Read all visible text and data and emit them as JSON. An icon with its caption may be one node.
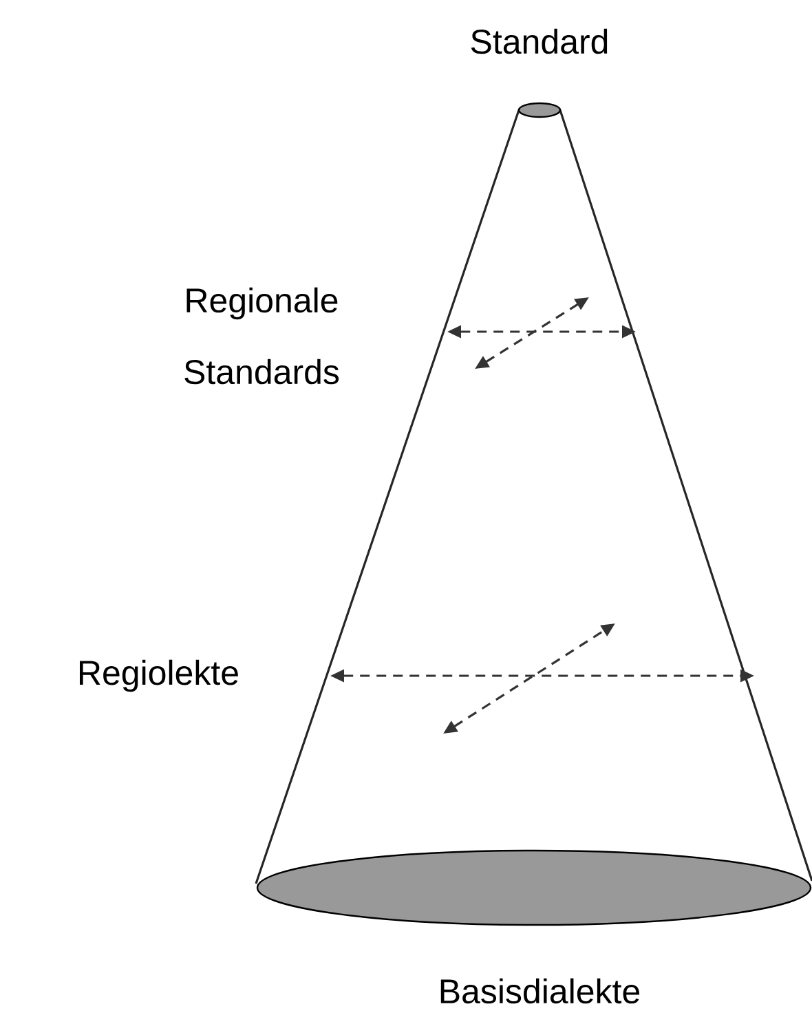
{
  "diagram": {
    "labels": [
      "Standard",
      "Regionale Standards",
      "Regiolekte",
      "Basisdialekte"
    ]
  }
}
